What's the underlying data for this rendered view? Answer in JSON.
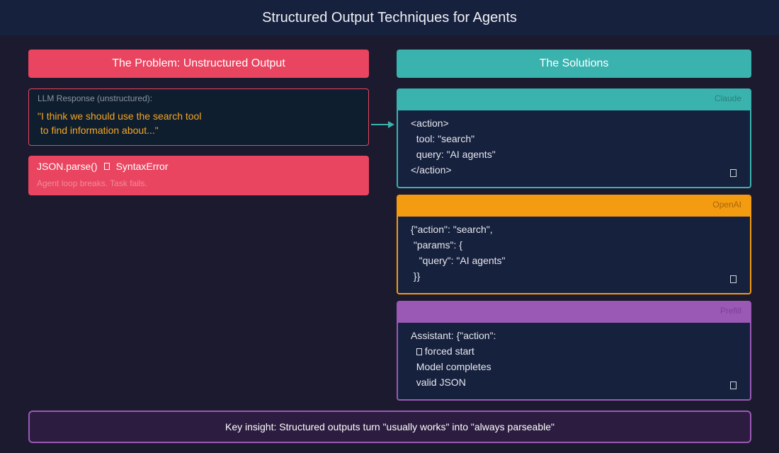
{
  "title": "Structured Output Techniques for Agents",
  "problem": {
    "header": "The Problem: Unstructured Output",
    "llm_label": "LLM Response (unstructured):",
    "llm_text": "\"I think we should use the search tool\n to find information about...\"",
    "error_call": "JSON.parse()",
    "error_result": "SyntaxError",
    "error_sub": "Agent loop breaks. Task fails."
  },
  "solutions": {
    "header": "The Solutions",
    "cards": [
      {
        "provider": "Claude",
        "code": "<action>\n  tool: \"search\"\n  query: \"AI agents\"\n</action>"
      },
      {
        "provider": "OpenAI",
        "code": "{\"action\": \"search\",\n \"params\": {\n   \"query\": \"AI agents\"\n }}"
      },
      {
        "provider": "Prefill",
        "code_line1": "Assistant: {\"action\":",
        "code_line2": "forced start",
        "code_line3": "  Model completes\n  valid JSON"
      }
    ]
  },
  "insight": "Key insight: Structured outputs turn \"usually works\" into \"always parseable\"",
  "colors": {
    "problem": "#e94560",
    "claude": "#3ab3ae",
    "openai": "#f39c12",
    "prefill": "#9b59b6",
    "background": "#1b1a2e",
    "title_bar": "#16213e"
  }
}
